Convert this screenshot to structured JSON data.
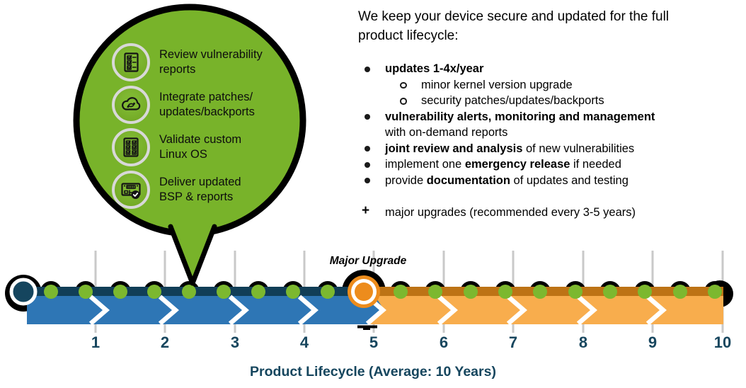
{
  "colors": {
    "bubble_green": "#78B32A",
    "dot_green": "#7CB82F",
    "bar_blue": "#2E76B5",
    "bar_blue_dark": "#113E57",
    "bar_orange": "#F8AD4D",
    "bar_orange_dark": "#BD7315",
    "major_upgrade_orange": "#ED8C1C",
    "navy_text": "#17465E",
    "tick_gray": "#C9C9C9"
  },
  "bubble": {
    "items": [
      {
        "icon": "checklist-icon",
        "label": "Review vulnerability\nreports"
      },
      {
        "icon": "cloud-sync-icon",
        "label": "Integrate patches/\nupdates/backports"
      },
      {
        "icon": "validate-os-icon",
        "label": "Validate custom\nLinux OS"
      },
      {
        "icon": "board-report-icon",
        "label": "Deliver updated\nBSP & reports"
      }
    ]
  },
  "panel": {
    "heading": "We keep your device secure and updated for the full product lifecycle:",
    "bullet1": {
      "bold": "updates 1-4x/year"
    },
    "sub1": "minor kernel version upgrade",
    "sub2": "security patches/updates/backports",
    "bullet2": {
      "bold": "vulnerability alerts, monitoring and management",
      "rest": "with on-demand reports"
    },
    "bullet3": {
      "bold": "joint review and analysis",
      "rest": " of new vulnerabilities"
    },
    "bullet4": {
      "pre": "implement one ",
      "bold": "emergency release",
      "rest": " if needed"
    },
    "bullet5": {
      "pre": "provide ",
      "bold": "documentation",
      "rest": " of updates and testing"
    },
    "plus_item": "major upgrades (recommended every 3-5 years)"
  },
  "timeline": {
    "major_upgrade_label": "Major Upgrade",
    "years": [
      "1",
      "2",
      "3",
      "4",
      "5",
      "6",
      "7",
      "8",
      "9",
      "10"
    ],
    "caption": "Product Lifecycle (Average: 10 Years)"
  }
}
